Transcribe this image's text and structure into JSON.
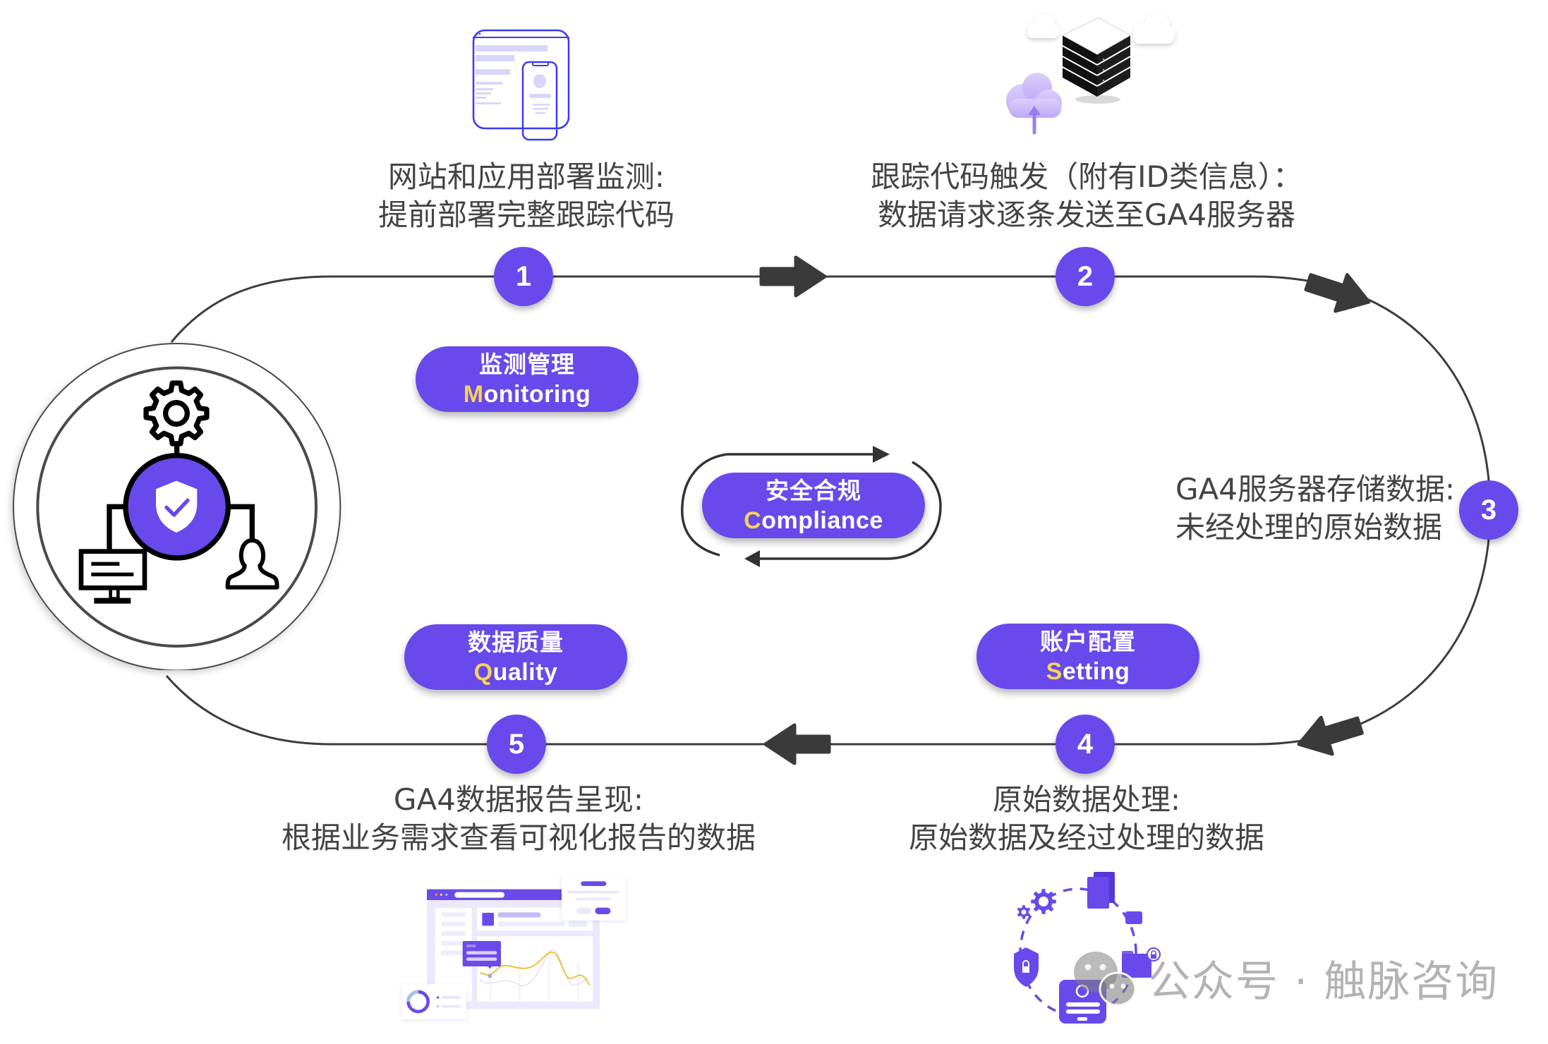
{
  "colors": {
    "accent": "#6849EB",
    "highlight": "#F5D35A",
    "text": "#444444",
    "line": "#3D3D3D"
  },
  "hub": {
    "icon": "governance-hub-icon",
    "parts": [
      "gear-icon",
      "shield-check-icon",
      "monitor-icon",
      "user-icon"
    ]
  },
  "steps": [
    {
      "number": "1",
      "title": "网站和应用部署监测:",
      "desc": "提前部署完整跟踪代码",
      "icon": "website-app-icon"
    },
    {
      "number": "2",
      "title": "跟踪代码触发（附有ID类信息）：",
      "desc": "数据请求逐条发送至GA4服务器",
      "icon": "server-cloud-icon"
    },
    {
      "number": "3",
      "title": "GA4服务器存储数据:",
      "desc": "未经处理的原始数据"
    },
    {
      "number": "4",
      "title": "原始数据处理:",
      "desc": "原始数据及经过处理的数据",
      "icon": "data-security-icon"
    },
    {
      "number": "5",
      "title": "GA4数据报告呈现:",
      "desc": "根据业务需求查看可视化报告的数据",
      "icon": "dashboard-report-icon"
    }
  ],
  "pillars": {
    "monitoring": {
      "zh": "监测管理",
      "en_initial": "M",
      "en_rest": "onitoring"
    },
    "compliance": {
      "zh": "安全合规",
      "en_initial": "C",
      "en_rest": "ompliance"
    },
    "quality": {
      "zh": "数据质量",
      "en_initial": "Q",
      "en_rest": "uality"
    },
    "setting": {
      "zh": "账户配置",
      "en_initial": "S",
      "en_rest": "etting"
    }
  },
  "flow": {
    "direction": "clockwise",
    "arrow_icon": "block-arrow-icon",
    "cycle_icon": "cycle-arrows-icon"
  },
  "watermark": {
    "icon": "wechat-icon",
    "text": "公众号 · 触脉咨询"
  }
}
